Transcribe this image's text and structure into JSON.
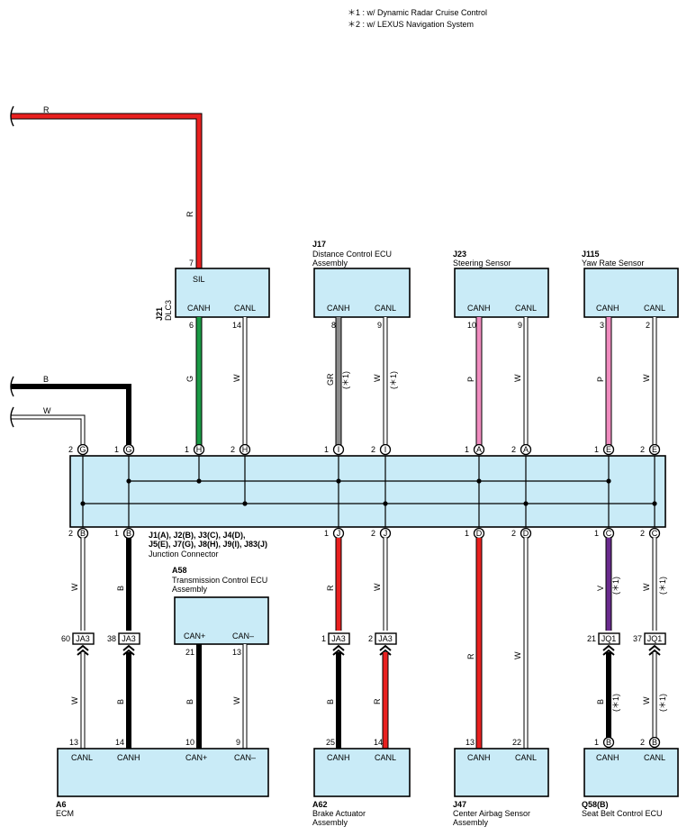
{
  "notes": {
    "n1": "＊1 : w/ Dynamic Radar Cruise Control",
    "n2": "＊2 : w/ LEXUS Navigation System"
  },
  "wire_colors": {
    "R": "#e8201f",
    "G": "#1a9a45",
    "B": "#1a1a1a",
    "W": "#ffffff",
    "GR": "#8c8c8c",
    "P": "#f08cbf",
    "V": "#6a2b8e"
  },
  "wire_labels": {
    "top_r": "R",
    "r_vert": "R",
    "top_b": "B",
    "top_w": "W",
    "dlc_g": "G",
    "dlc_w": "W",
    "j17_gr": "GR",
    "j17_w": "W",
    "ast": "(＊1)",
    "j23_p": "P",
    "j23_w": "W",
    "j115_p": "P",
    "j115_w": "W",
    "a6_w_up": "W",
    "a6_b_up": "B",
    "a6_w_dn": "W",
    "a6_b_dn": "B",
    "a58_b": "B",
    "a58_w": "W",
    "a62_r_up": "R",
    "a62_w_up": "W",
    "a62_b_dn": "B",
    "a62_r_dn": "R",
    "j47_r": "R",
    "j47_w": "W",
    "q58_v": "V",
    "q58_w_up": "W",
    "q58_b_dn": "B",
    "q58_w_dn": "W"
  },
  "components": {
    "dlc3": {
      "code": "J21",
      "name": "DLC3",
      "sil": "SIL",
      "canh": "CANH",
      "canl": "CANL",
      "pin_sil": "7",
      "pin_h": "6",
      "pin_l": "14"
    },
    "j17": {
      "code": "J17",
      "name1": "Distance Control ECU",
      "name2": "Assembly",
      "canh": "CANH",
      "canl": "CANL",
      "pin_h": "8",
      "pin_l": "9"
    },
    "j23": {
      "code": "J23",
      "name": "Steering Sensor",
      "canh": "CANH",
      "canl": "CANL",
      "pin_h": "10",
      "pin_l": "9"
    },
    "j115": {
      "code": "J115",
      "name": "Yaw Rate Sensor",
      "canh": "CANH",
      "canl": "CANL",
      "pin_h": "3",
      "pin_l": "2"
    },
    "junction": {
      "line1": "J1(A), J2(B), J3(C), J4(D),",
      "line2": "J5(E), J7(G), J8(H), J9(I), J83(J)",
      "name": "Junction Connector"
    },
    "a58": {
      "code": "A58",
      "name1": "Transmission Control ECU",
      "name2": "Assembly",
      "canp": "CAN+",
      "canm": "CAN–",
      "pin_p": "21",
      "pin_m": "13"
    },
    "a6": {
      "code": "A6",
      "name": "ECM",
      "canl": "CANL",
      "canh": "CANH",
      "canp": "CAN+",
      "canm": "CAN–",
      "pin_l": "13",
      "pin_h": "14",
      "pin_p": "10",
      "pin_m": "9"
    },
    "a62": {
      "code": "A62",
      "name1": "Brake Actuator",
      "name2": "Assembly",
      "canh": "CANH",
      "canl": "CANL",
      "pin_h": "25",
      "pin_l": "14"
    },
    "j47": {
      "code": "J47",
      "name1": "Center Airbag Sensor",
      "name2": "Assembly",
      "canh": "CANH",
      "canl": "CANL",
      "pin_h": "13",
      "pin_l": "22"
    },
    "q58": {
      "code": "Q58(B)",
      "name": "Seat Belt Control ECU",
      "canh": "CANH",
      "canl": "CANL",
      "pin_h": "1",
      "pin_l": "2",
      "circ_h": "B",
      "circ_l": "B"
    }
  },
  "junction_pins_top": [
    {
      "pin": "2",
      "letter": "G"
    },
    {
      "pin": "1",
      "letter": "G"
    },
    {
      "pin": "1",
      "letter": "H"
    },
    {
      "pin": "2",
      "letter": "H"
    },
    {
      "pin": "1",
      "letter": "I"
    },
    {
      "pin": "2",
      "letter": "I"
    },
    {
      "pin": "1",
      "letter": "A"
    },
    {
      "pin": "2",
      "letter": "A"
    },
    {
      "pin": "1",
      "letter": "E"
    },
    {
      "pin": "2",
      "letter": "E"
    }
  ],
  "junction_pins_bottom": [
    {
      "pin": "2",
      "letter": "B"
    },
    {
      "pin": "1",
      "letter": "B"
    },
    {
      "pin": "1",
      "letter": "J"
    },
    {
      "pin": "2",
      "letter": "J"
    },
    {
      "pin": "1",
      "letter": "D"
    },
    {
      "pin": "2",
      "letter": "D"
    },
    {
      "pin": "1",
      "letter": "C"
    },
    {
      "pin": "2",
      "letter": "C"
    }
  ],
  "inline_connectors": [
    {
      "pin": "60",
      "code": "JA3"
    },
    {
      "pin": "38",
      "code": "JA3"
    },
    {
      "pin": "1",
      "code": "JA3"
    },
    {
      "pin": "2",
      "code": "JA3"
    },
    {
      "pin": "21",
      "code": "JQ1"
    },
    {
      "pin": "37",
      "code": "JQ1"
    }
  ]
}
